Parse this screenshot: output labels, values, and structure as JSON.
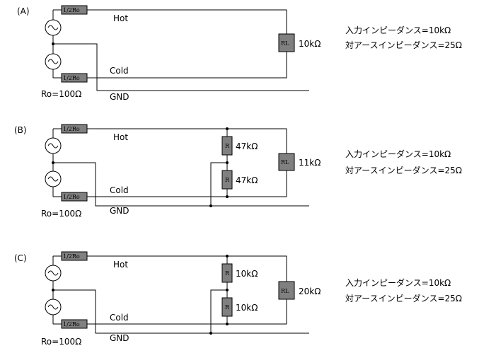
{
  "sections": [
    {
      "label": "(A)",
      "hot": "Hot",
      "cold": "Cold",
      "gnd": "GND",
      "ro_top": "1/2Ro",
      "ro_bottom": "1/2Ro",
      "ro_note": "Ro=100Ω",
      "rl": "RL",
      "rl_value": "10kΩ",
      "r_top": null,
      "r_top_value": null,
      "r_bottom": null,
      "r_bottom_value": null,
      "input_impedance": "入力インピーダンス=10kΩ",
      "ground_impedance": "対アースインピーダンス=25Ω"
    },
    {
      "label": "(B)",
      "hot": "Hot",
      "cold": "Cold",
      "gnd": "GND",
      "ro_top": "1/2Ro",
      "ro_bottom": "1/2Ro",
      "ro_note": "Ro=100Ω",
      "rl": "RL",
      "rl_value": "11kΩ",
      "r_top": "R",
      "r_top_value": "47kΩ",
      "r_bottom": "R",
      "r_bottom_value": "47kΩ",
      "input_impedance": "入力インピーダンス=10kΩ",
      "ground_impedance": "対アースインピーダンス=25Ω"
    },
    {
      "label": "(C)",
      "hot": "Hot",
      "cold": "Cold",
      "gnd": "GND",
      "ro_top": "1/2Ro",
      "ro_bottom": "1/2Ro",
      "ro_note": "Ro=100Ω",
      "rl": "RL",
      "rl_value": "20kΩ",
      "r_top": "R",
      "r_top_value": "10kΩ",
      "r_bottom": "R",
      "r_bottom_value": "10kΩ",
      "input_impedance": "入力インピーダンス=10kΩ",
      "ground_impedance": "対アースインピーダンス=25Ω"
    }
  ]
}
